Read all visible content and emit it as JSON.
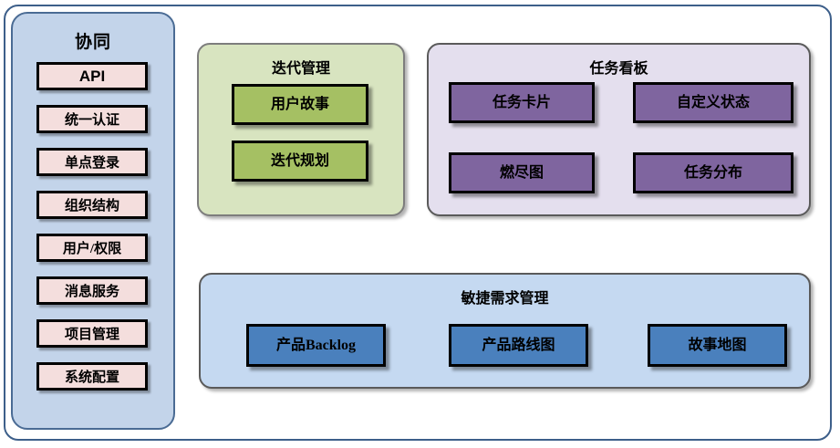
{
  "sidebar": {
    "title": "协同",
    "items": [
      {
        "label": "API",
        "latin": true
      },
      {
        "label": "统一认证",
        "latin": false
      },
      {
        "label": "单点登录",
        "latin": false
      },
      {
        "label": "组织结构",
        "latin": false
      },
      {
        "label": "用户/权限",
        "latin": false
      },
      {
        "label": "消息服务",
        "latin": false
      },
      {
        "label": "项目管理",
        "latin": false
      },
      {
        "label": "系统配置",
        "latin": false
      }
    ]
  },
  "groups": {
    "iteration": {
      "title": "迭代管理",
      "nodes": [
        {
          "label": "用户故事"
        },
        {
          "label": "迭代规划"
        }
      ]
    },
    "kanban": {
      "title": "任务看板",
      "nodes": [
        {
          "label": "任务卡片"
        },
        {
          "label": "自定义状态"
        },
        {
          "label": "燃尽图"
        },
        {
          "label": "任务分布"
        }
      ]
    },
    "agile": {
      "title": "敏捷需求管理",
      "nodes": [
        {
          "label": "产品Backlog"
        },
        {
          "label": "产品路线图"
        },
        {
          "label": "故事地图"
        }
      ]
    }
  },
  "colors": {
    "frame_border": "#3d5f8a",
    "sidebar_bg": "#c3d4ea",
    "sidebar_border": "#4a6b94",
    "sidebar_item_bg": "#f4dedd",
    "iteration_bg": "#d8e4c0",
    "iteration_node_bg": "#a5c063",
    "kanban_bg": "#e4dfee",
    "kanban_node_bg": "#7f659f",
    "agile_bg": "#c5d9f1",
    "agile_node_bg": "#4a80bd",
    "node_border": "#000000"
  }
}
